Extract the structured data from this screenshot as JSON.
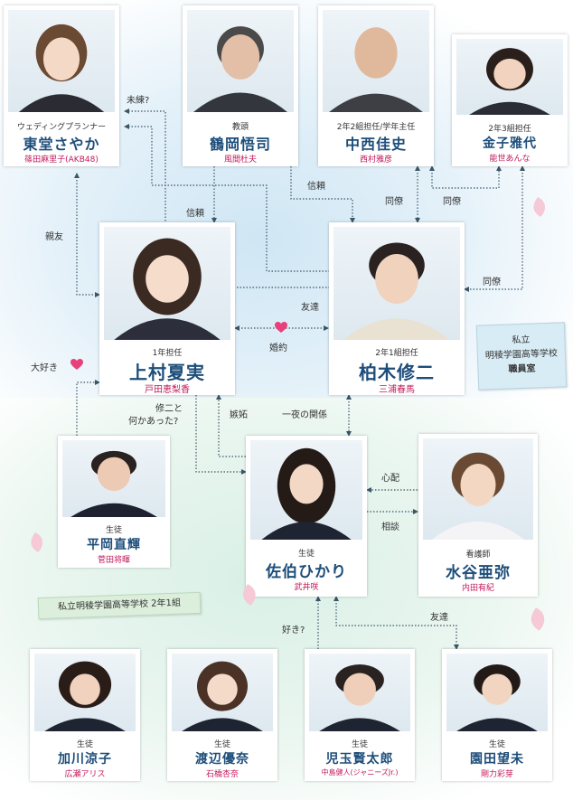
{
  "characters": {
    "todo": {
      "role": "ウェディングプランナー",
      "name": "東堂さやか",
      "actor": "篠田麻里子(AKB48)"
    },
    "tsuruoka": {
      "role": "教頭",
      "name": "鶴岡悟司",
      "actor": "風間杜夫"
    },
    "nakanishi": {
      "role": "2年2組担任/学年主任",
      "name": "中西佳史",
      "actor": "西村雅彦"
    },
    "kaneko": {
      "role": "2年3組担任",
      "name": "金子雅代",
      "actor": "能世あんな"
    },
    "uemura": {
      "role": "1年担任",
      "name": "上村夏実",
      "actor": "戸田恵梨香"
    },
    "kashiwagi": {
      "role": "2年1組担任",
      "name": "柏木修二",
      "actor": "三浦春馬"
    },
    "hiraoka": {
      "role": "生徒",
      "name": "平岡直輝",
      "actor": "菅田将暉"
    },
    "saeki": {
      "role": "生徒",
      "name": "佐伯ひかり",
      "actor": "武井咲"
    },
    "mizutani": {
      "role": "看護師",
      "name": "水谷亜弥",
      "actor": "内田有紀"
    },
    "kagawa": {
      "role": "生徒",
      "name": "加川涼子",
      "actor": "広瀬アリス"
    },
    "watanabe": {
      "role": "生徒",
      "name": "渡辺優奈",
      "actor": "石橋杏奈"
    },
    "kodama": {
      "role": "生徒",
      "name": "児玉賢太郎",
      "actor": "中島健人(ジャニーズJr.)"
    },
    "sonoda": {
      "role": "生徒",
      "name": "園田望未",
      "actor": "剛力彩芽"
    }
  },
  "relations": {
    "miren": "未練?",
    "shinrai1": "信頼",
    "shinrai2": "信頼",
    "douryou1": "同僚",
    "douryou2": "同僚",
    "douryou3": "同僚",
    "shinyu": "親友",
    "tomodachi1": "友達",
    "konyaku": "婚約",
    "daisuki": "大好き",
    "nanika1": "修二と",
    "nanika2": "何かあった?",
    "shitto": "嫉妬",
    "ichiya": "一夜の関係",
    "shinpai": "心配",
    "soudan": "相談",
    "suki": "好き?",
    "tomodachi2": "友達"
  },
  "tags": {
    "staff_line1": "私立",
    "staff_line2": "明稜学園高等学校",
    "staff_line3": "職員室",
    "class": "私立明稜学園高等学校 2年1組"
  },
  "colors": {
    "name": "#1d4d7a",
    "actor": "#c2185b",
    "heart": "#e8407a",
    "line": "#3a5566"
  }
}
